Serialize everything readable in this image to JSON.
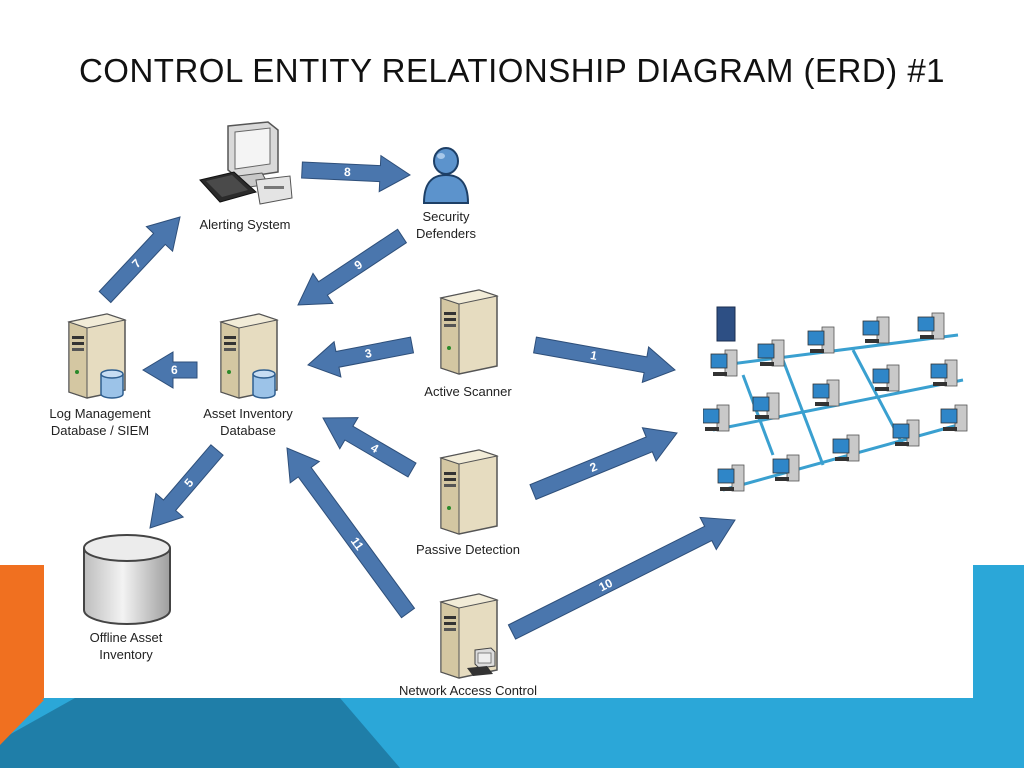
{
  "title": "CONTROL  ENTITY RELATIONSHIP DIAGRAM (ERD) #1",
  "colors": {
    "arrow_fill": "#4a76ad",
    "arrow_stroke": "#2e4f7a",
    "accent_orange": "#f07020",
    "accent_blue": "#2ba7d8",
    "accent_dark_blue": "#1f7ea8"
  },
  "nodes": {
    "alerting_system": {
      "label": "Alerting System",
      "icon": "computer-icon"
    },
    "security_defenders": {
      "label": "Security Defenders",
      "icon": "user-icon"
    },
    "active_scanner": {
      "label": "Active Scanner",
      "icon": "server-icon"
    },
    "log_management": {
      "label": "Log Management Database / SIEM",
      "icon": "database-server-icon"
    },
    "asset_inventory": {
      "label": "Asset Inventory Database",
      "icon": "database-server-icon"
    },
    "passive_detection": {
      "label": "Passive Detection",
      "icon": "server-icon"
    },
    "offline_asset": {
      "label": "Offline Asset Inventory",
      "icon": "disk-storage-icon"
    },
    "nac": {
      "label": "Network Access Control",
      "icon": "server-workstation-icon"
    },
    "network": {
      "icon": "network-topology-icon"
    }
  },
  "arrows": [
    "1",
    "2",
    "3",
    "4",
    "5",
    "6",
    "7",
    "8",
    "9",
    "10",
    "11"
  ]
}
